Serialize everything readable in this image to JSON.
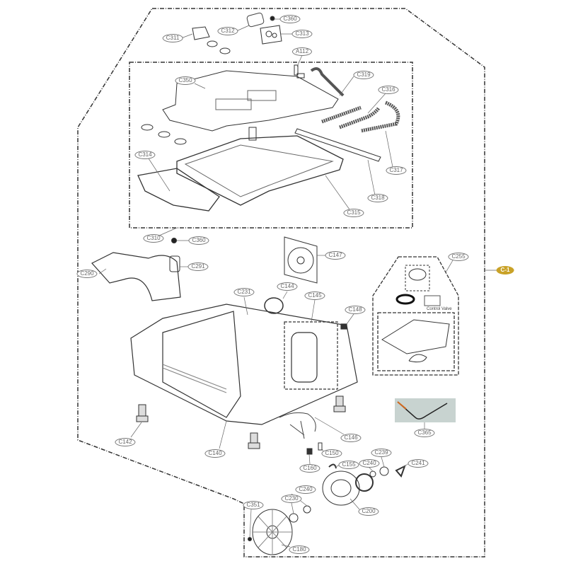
{
  "diagram": {
    "title_badge": "C-1",
    "badge_color": "#c9a227",
    "control_valve_caption": "Control Valve",
    "labels": [
      "C360",
      "C312",
      "C313",
      "C311",
      "A112",
      "C350",
      "C319",
      "C316",
      "C314",
      "C317",
      "C318",
      "C315",
      "C310",
      "C360",
      "C147",
      "C290",
      "C291",
      "C255",
      "C231",
      "C144",
      "C145",
      "C148",
      "C142",
      "C140",
      "C146",
      "C365",
      "C150",
      "C239",
      "C160",
      "C155",
      "C240",
      "C241",
      "C351",
      "C240",
      "C230",
      "C200",
      "C180"
    ]
  }
}
